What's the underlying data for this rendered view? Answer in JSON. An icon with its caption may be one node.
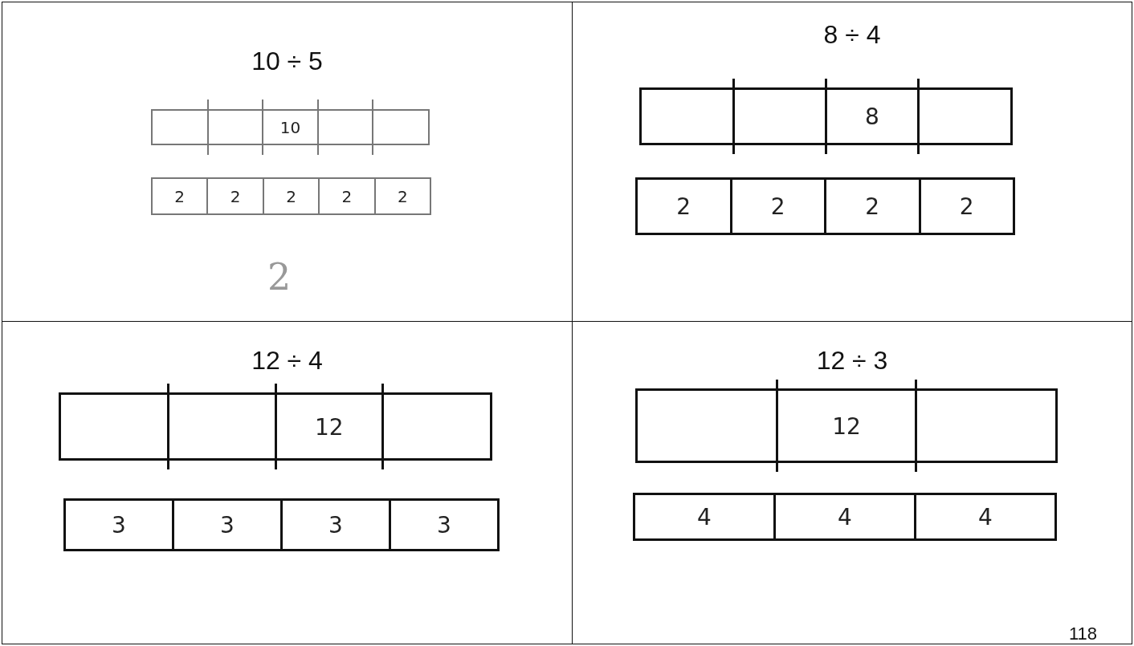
{
  "diagram": {
    "nodes": [
      {
        "text": [
          "10 ÷ 5",
          "2"
        ]
      },
      {
        "text": [
          "10"
        ],
        "in": 0
      },
      {
        "text": [
          "2"
        ],
        "in": 0
      },
      {
        "text": [
          "2"
        ],
        "in": 0
      },
      {
        "text": [
          "2"
        ],
        "in": 0
      },
      {
        "text": [
          "2"
        ],
        "in": 0
      },
      {
        "text": [
          "2"
        ],
        "in": 0
      },
      {
        "text": [
          "8 ÷ 4"
        ]
      },
      {
        "text": [
          "8"
        ],
        "in": 7
      },
      {
        "text": [
          "2"
        ],
        "in": 7
      },
      {
        "text": [
          "2"
        ],
        "in": 7
      },
      {
        "text": [
          "2"
        ],
        "in": 7
      },
      {
        "text": [
          "2"
        ],
        "in": 7
      },
      {
        "text": [
          "12 ÷ 4"
        ]
      },
      {
        "text": [
          "12"
        ],
        "in": 13
      },
      {
        "text": [
          "3"
        ],
        "in": 13
      },
      {
        "text": [
          "3"
        ],
        "in": 13
      },
      {
        "text": [
          "3"
        ],
        "in": 13
      },
      {
        "text": [
          "3"
        ],
        "in": 13
      },
      {
        "text": [
          "12 ÷ 3"
        ]
      },
      {
        "text": [
          "12"
        ],
        "in": 19
      },
      {
        "text": [
          "4"
        ],
        "in": 19
      },
      {
        "text": [
          "4"
        ],
        "in": 19
      },
      {
        "text": [
          "4"
        ],
        "in": 19
      }
    ],
    "labels": [
      "118"
    ]
  }
}
